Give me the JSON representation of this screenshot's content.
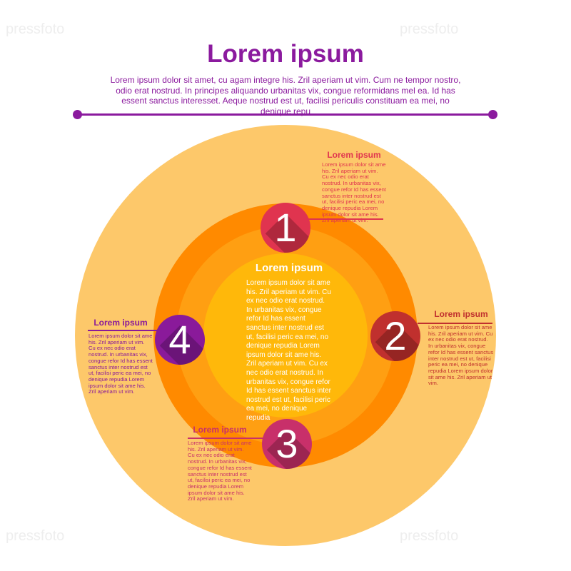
{
  "header": {
    "title": "Lorem ipsum",
    "text": "Lorem ipsum dolor sit amet, cu agam integre his. Zril aperiam ut vim. Cum ne tempor nostro, odio erat nostrud. In principes aliquando urbanitas vix, congue reformidans mel ea. Id has essent sanctus interesset. Aeque nostrud est ut, facilisi periculis constituam ea mei, no denique repu"
  },
  "center": {
    "title": "Lorem ipsum",
    "text": "Lorem ipsum dolor sit ame his. Zril aperiam ut vim. Cu ex nec odio erat nostrud. In urbanitas vix, congue refor Id has essent sanctus inter nostrud est ut, facilisi peric ea mei, no denique repudia Lorem ipsum dolor sit ame his. Zril aperiam ut vim. Cu ex nec odio erat nostrud. In urbanitas vix, congue refor Id has essent sanctus inter nostrud est ut, facilisi peric ea mei, no denique repudia"
  },
  "steps": [
    {
      "number": "1",
      "title": "Lorem ipsum",
      "text": "Lorem ipsum dolor sit ame his. Zril aperiam ut vim. Cu ex nec odio erat nostrud. In urbanitas vix, congue refor Id has essent sanctus inter nostrud est ut, facilisi peric ea mei, no denique repudia Lorem ipsum dolor sit ame his. Zril aperiam ut vim.",
      "color": "#e0344f"
    },
    {
      "number": "2",
      "title": "Lorem ipsum",
      "text": "Lorem ipsum dolor sit ame his. Zril aperiam ut vim. Cu ex nec odio erat nostrud. In urbanitas vix, congue refor Id has essent sanctus inter nostrud est ut, facilisi peric ea mei, no denique repudia Lorem ipsum dolor sit ame his. Zril aperiam ut vim.",
      "color": "#c0302e"
    },
    {
      "number": "3",
      "title": "Lorem ipsum",
      "text": "Lorem ipsum dolor sit ame his. Zril aperiam ut vim. Cu ex nec odio erat nostrud. In urbanitas vix, congue refor Id has essent sanctus inter nostrud est ut, facilisi peric ea mei, no denique repudia Lorem ipsum dolor sit ame his. Zril aperiam ut vim.",
      "color": "#c8306a"
    },
    {
      "number": "4",
      "title": "Lorem ipsum",
      "text": "Lorem ipsum dolor sit ame his. Zril aperiam ut vim. Cu ex nec odio erat nostrud. In urbanitas vix, congue refor Id has essent sanctus inter nostrud est ut, facilisi peric ea mei, no denique repudia Lorem ipsum dolor sit ame his. Zril aperiam ut vim.",
      "color": "#8a1a9a"
    }
  ],
  "watermark": "pressfoto"
}
